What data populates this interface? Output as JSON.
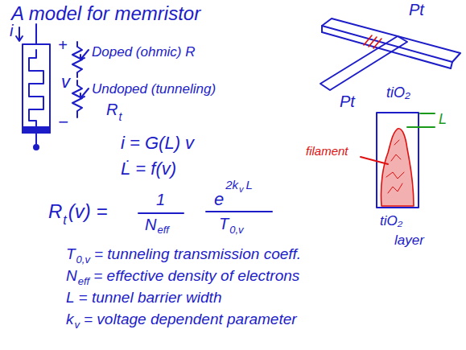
{
  "diagram": {
    "title": "A model for memristor",
    "labels": [
      "i",
      "+",
      "v",
      "−",
      "Doped (ohmic) R",
      "Undoped (tunneling)",
      "R",
      "t",
      "i = G(L) v",
      "L̇ = f(v)",
      "R",
      "t",
      "(v) =",
      "1",
      "N",
      "eff",
      "e",
      "2k",
      "v",
      "L",
      "T",
      "0,v",
      "T",
      "0,v",
      "= tunneling transmission coeff.",
      "N",
      "eff",
      "= effective density of electrons",
      "L = tunnel barrier width",
      "k",
      "v",
      "= voltage dependent parameter",
      "Pt",
      "Pt",
      "tiO₂",
      "L",
      "filament",
      "tiO₂",
      "layer"
    ]
  }
}
